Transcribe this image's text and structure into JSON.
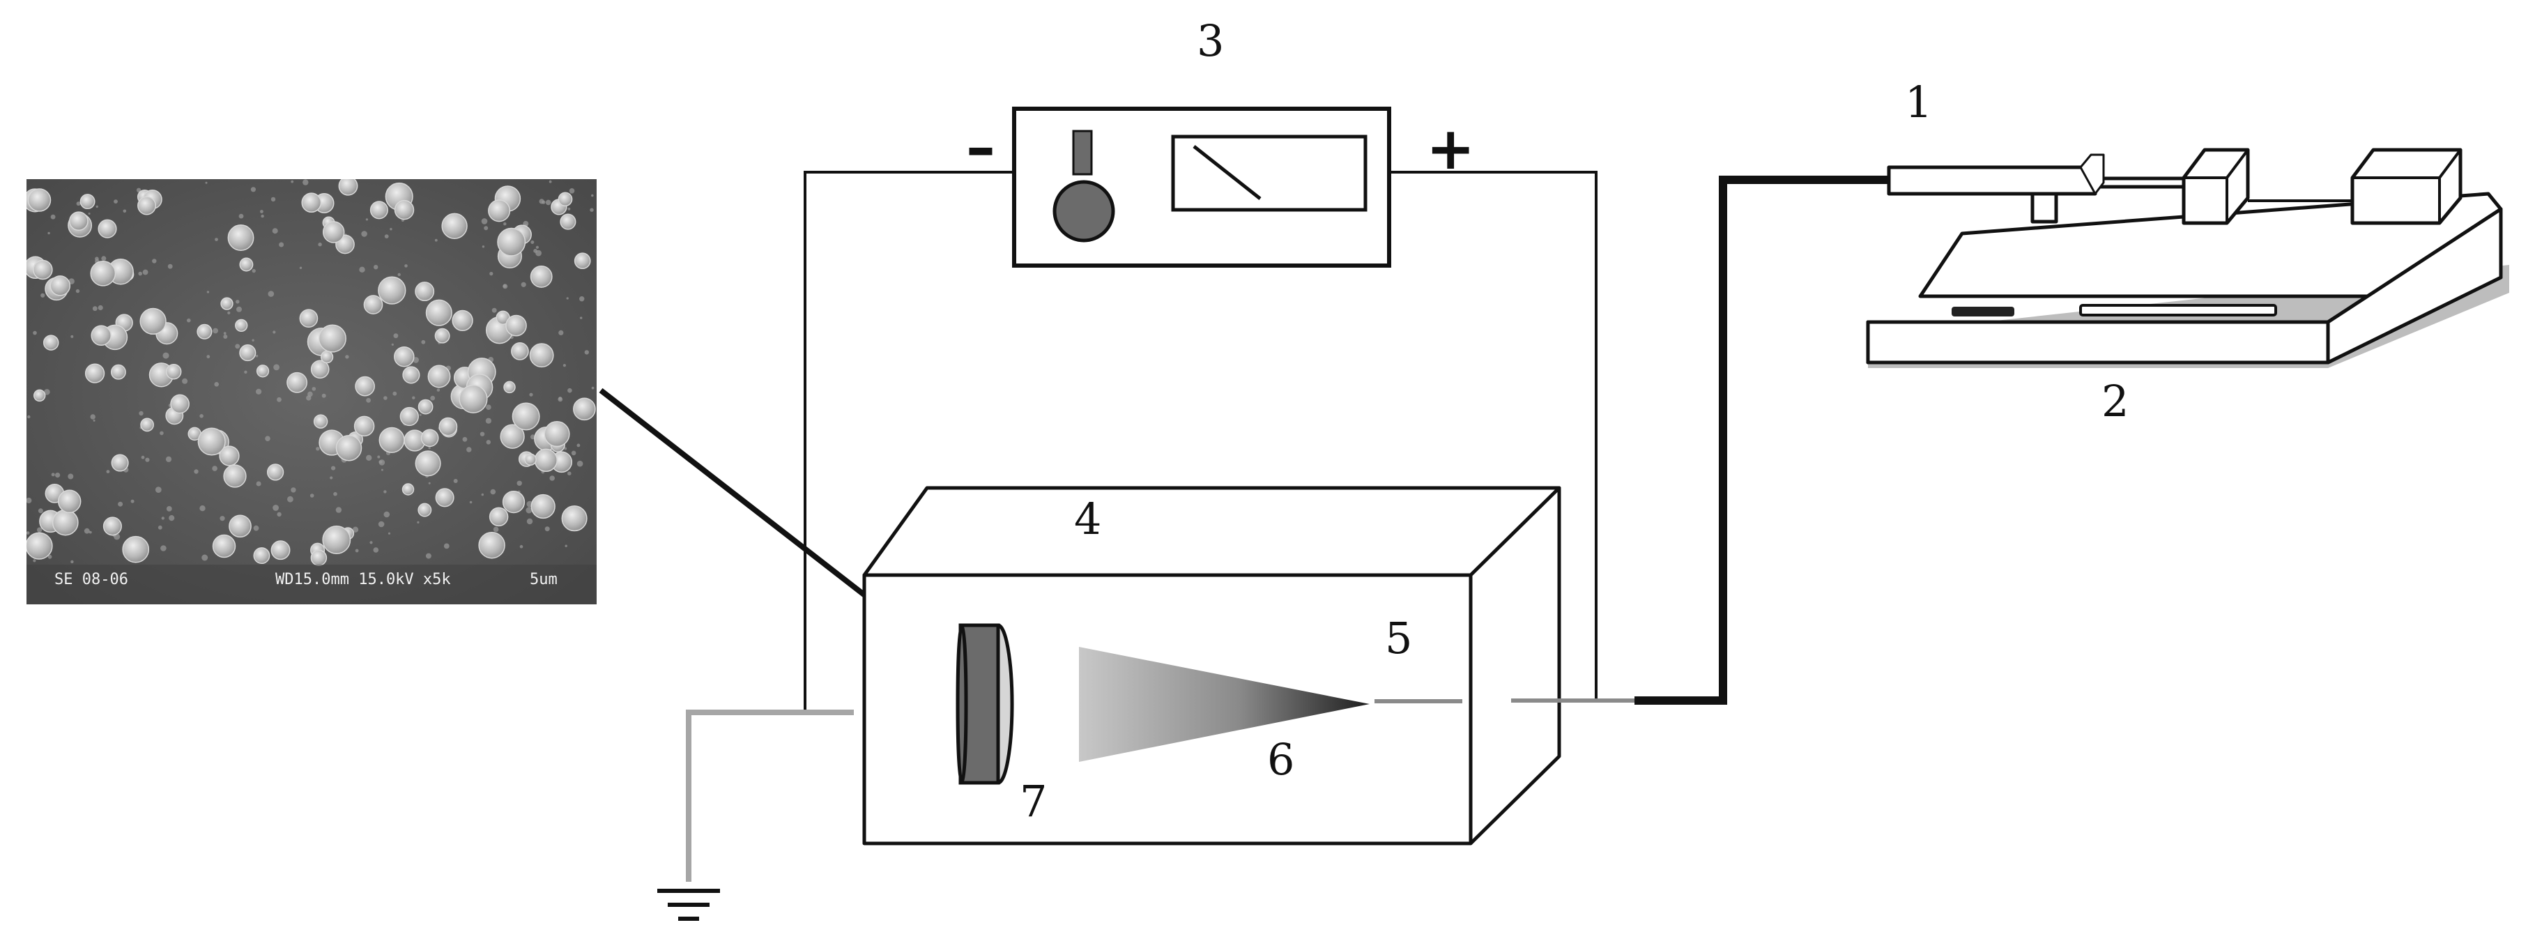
{
  "diagram": {
    "callouts": {
      "syringe": "1",
      "pump": "2",
      "power_supply": "3",
      "chamber": "4",
      "needle": "5",
      "spray_cone": "6",
      "collector": "7"
    },
    "power_supply": {
      "negative_sign": "–",
      "positive_sign": "+"
    },
    "sem_micrograph": {
      "caption_left": "SE    08-06",
      "caption_mid": "WD15.0mm 15.0kV x5k",
      "caption_right": "5um"
    },
    "colors": {
      "line": "#111111",
      "ground_wire": "#a6a6a6",
      "collector": "#6b6b6b",
      "sem_background": "#5a5a5a",
      "pump_shadow": "#bdbdbd"
    },
    "icons": {
      "ground": "ground-symbol-icon",
      "meter": "analog-meter-icon",
      "knob": "knob-icon"
    }
  }
}
